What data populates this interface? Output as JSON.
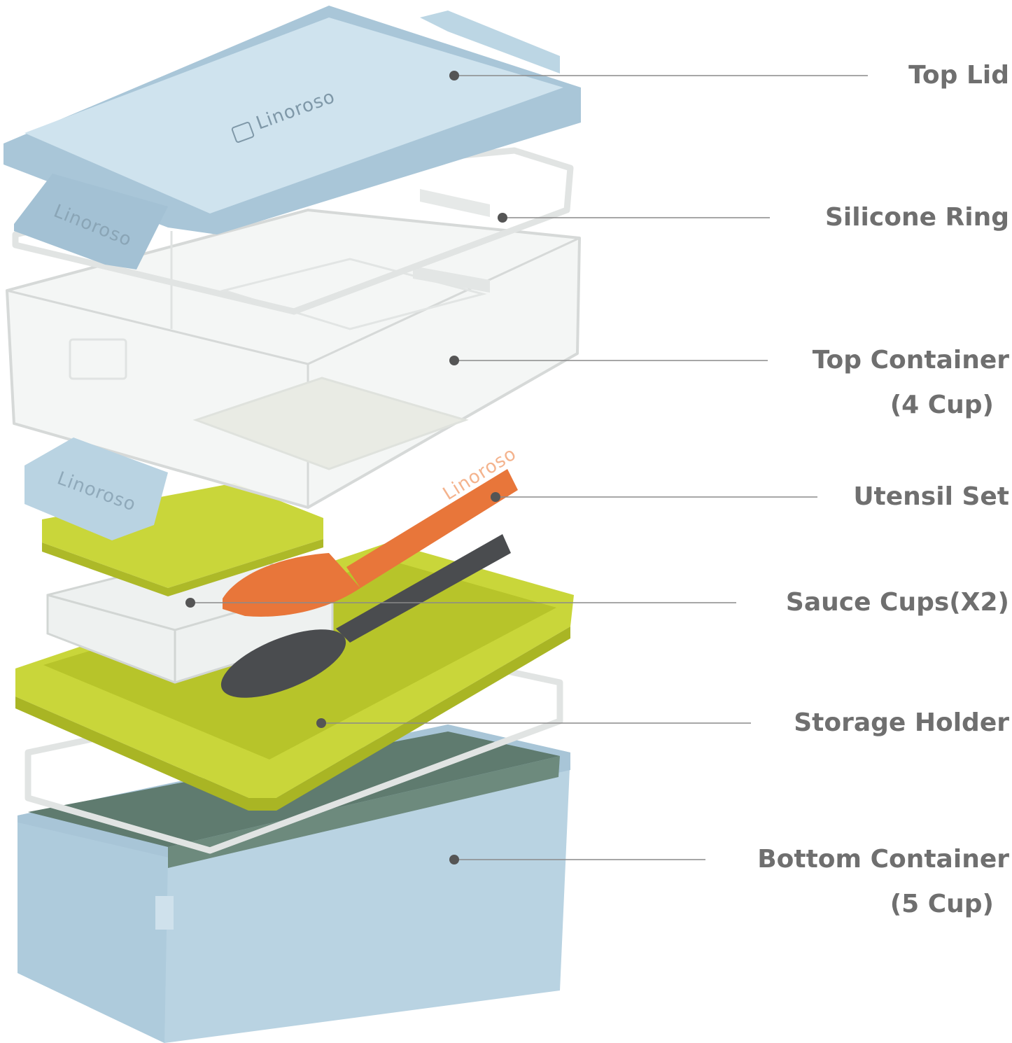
{
  "brand": {
    "name": "Linoroso"
  },
  "colors": {
    "lid_blue": "#bcd6e4",
    "lid_blue_dark": "#a9c6d8",
    "clear_plastic": "#eef1f0",
    "lime": "#c9d63a",
    "lime_dark": "#b7c42a",
    "orange": "#e8763a",
    "charcoal": "#4a4c4f",
    "bottom_inner": "#5f7b6f",
    "bottom_outer": "#b9d3e2",
    "leader_line": "#8a8a8a",
    "label_text": "#6f6f6f"
  },
  "callouts": [
    {
      "id": "top-lid",
      "line1": "Top Lid",
      "line2": ""
    },
    {
      "id": "silicone-ring",
      "line1": "Silicone Ring",
      "line2": ""
    },
    {
      "id": "top-container",
      "line1": "Top Container",
      "line2": "(4 Cup)"
    },
    {
      "id": "utensil-set",
      "line1": "Utensil Set",
      "line2": ""
    },
    {
      "id": "sauce-cups",
      "line1": "Sauce Cups(X2)",
      "line2": ""
    },
    {
      "id": "storage-holder",
      "line1": "Storage Holder",
      "line2": ""
    },
    {
      "id": "bottom-container",
      "line1": "Bottom Container",
      "line2": "(5 Cup)"
    }
  ]
}
